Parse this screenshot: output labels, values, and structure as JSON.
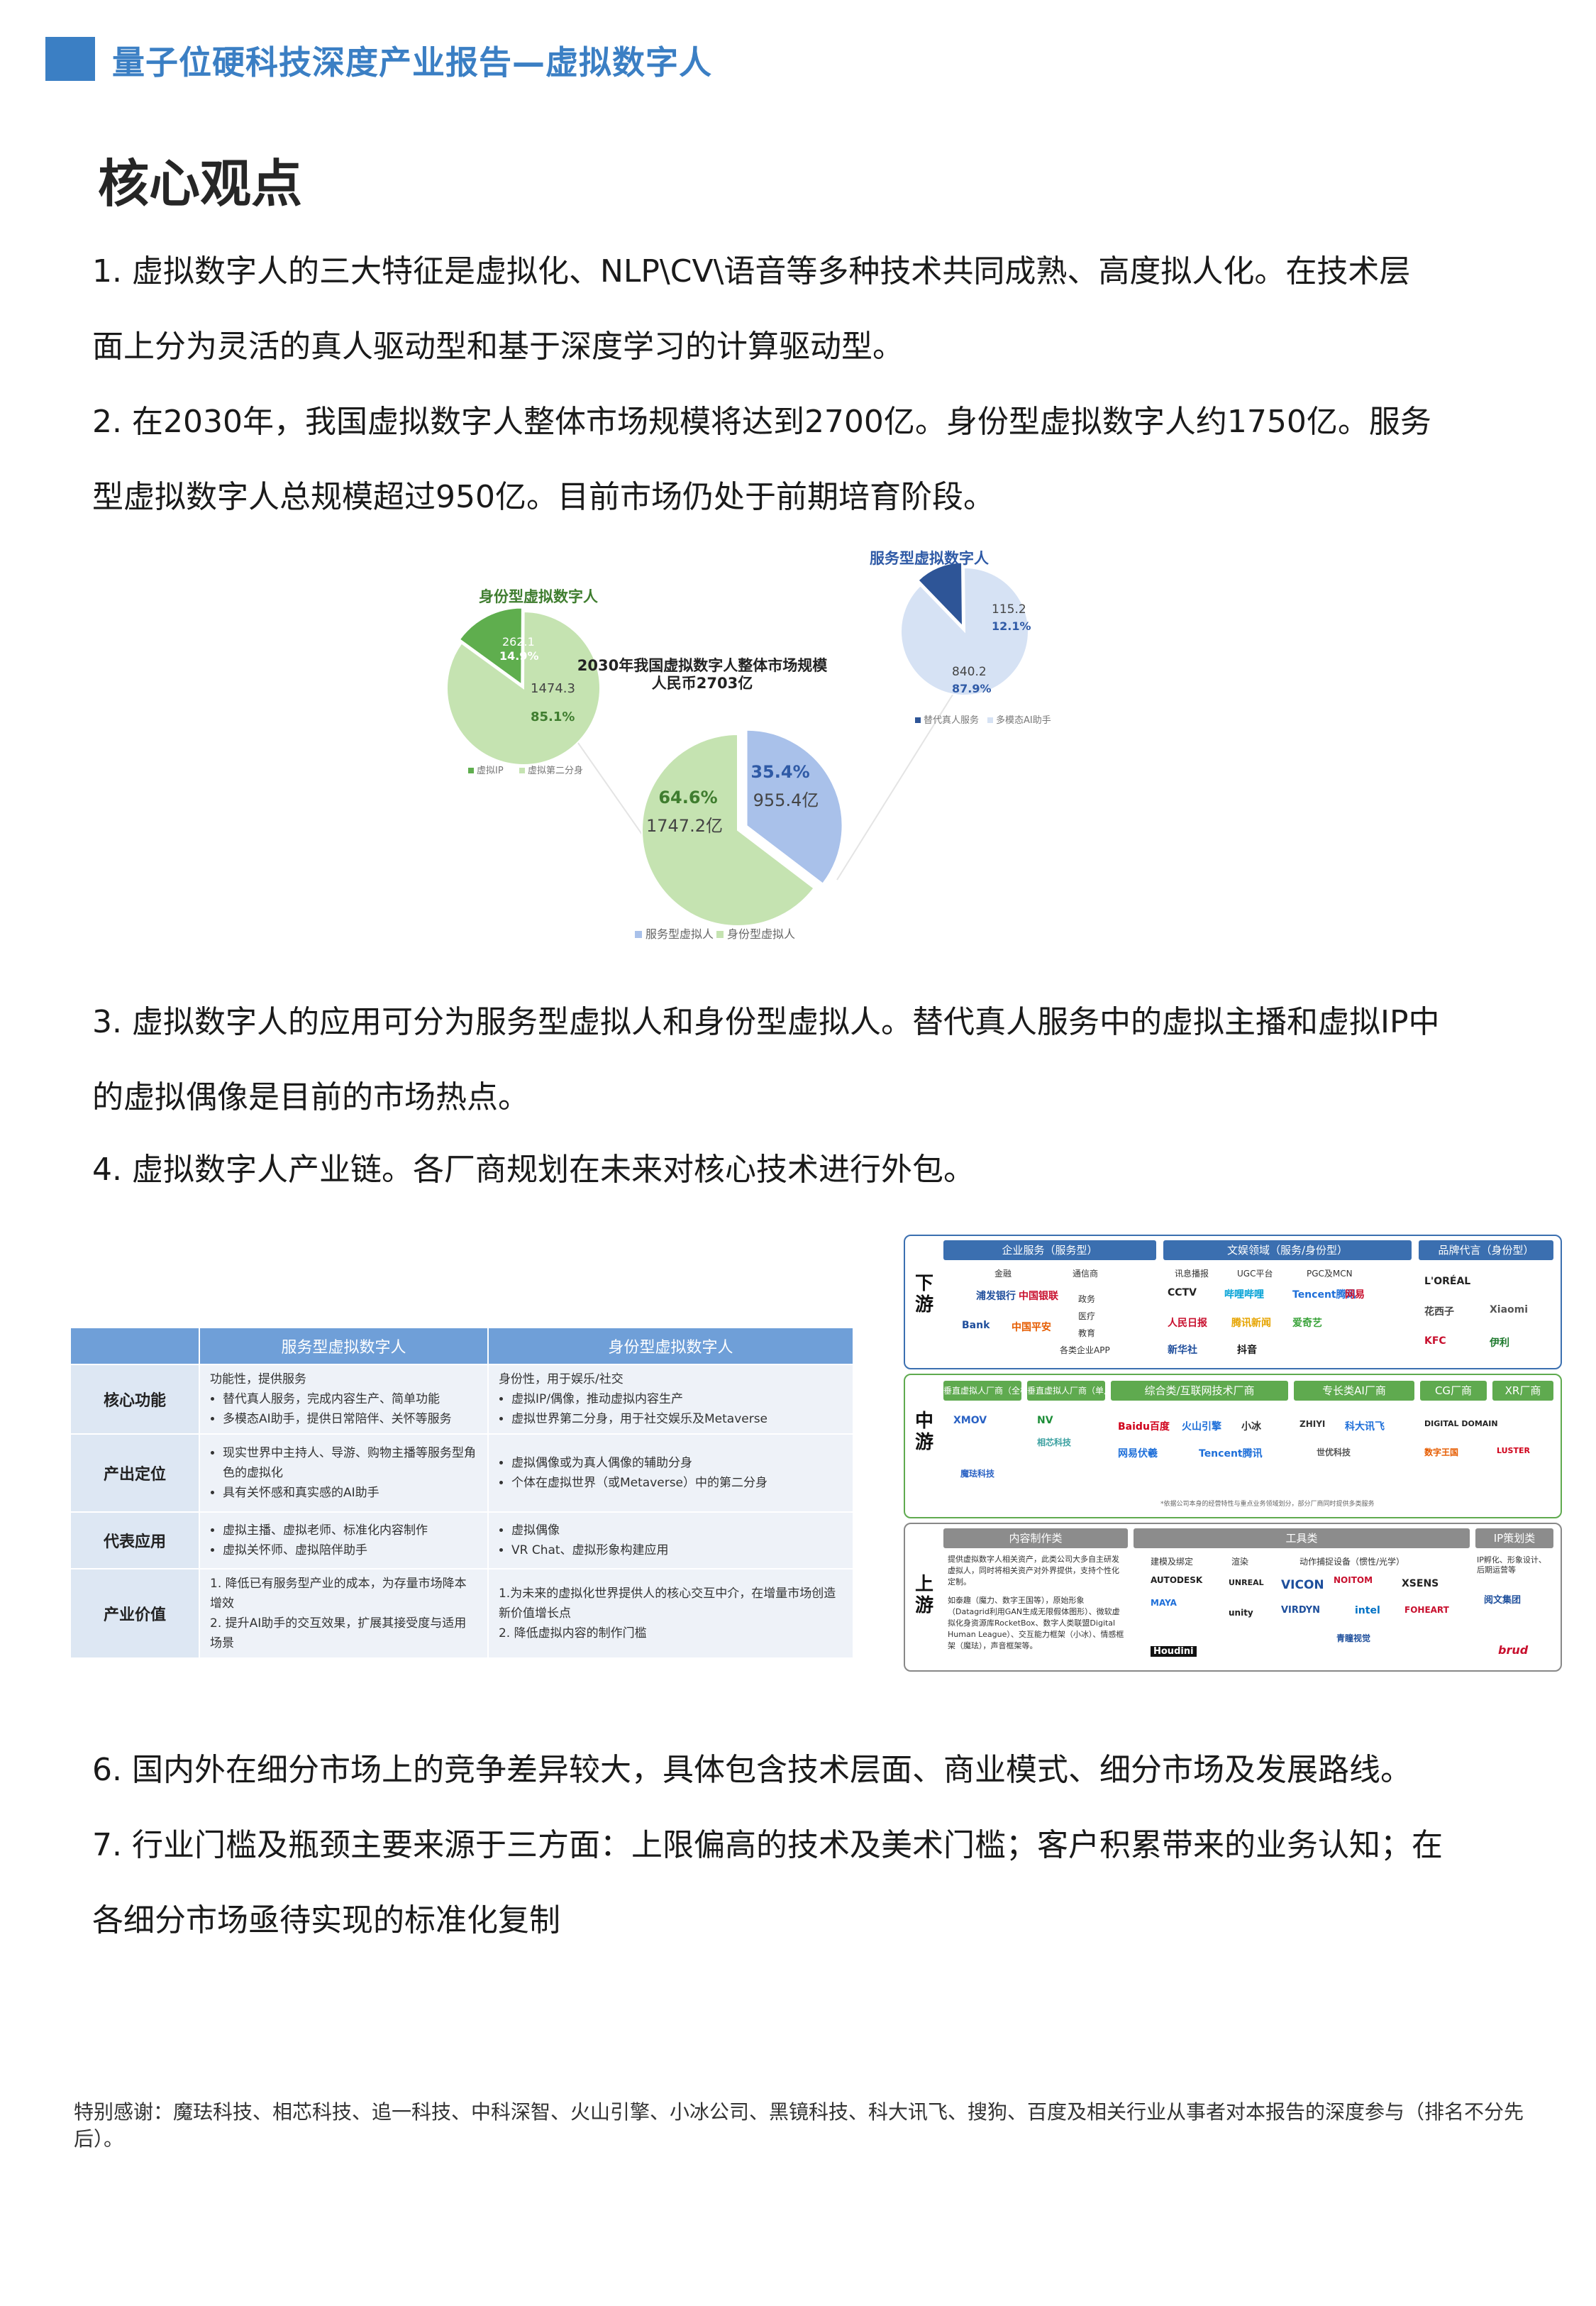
{
  "header": {
    "title": "量子位硬科技深度产业报告—虚拟数字人"
  },
  "section_title": "核心观点",
  "paragraphs": {
    "p1_l1": "1. 虚拟数字人的三大特征是虚拟化、NLP\\CV\\语音等多种技术共同成熟、高度拟人化。在技术层",
    "p1_l2": "面上分为灵活的真人驱动型和基于深度学习的计算驱动型。",
    "p2_l1": "2. 在2030年，我国虚拟数字人整体市场规模将达到2700亿。身份型虚拟数字人约1750亿。服务",
    "p2_l2": "型虚拟数字人总规模超过950亿。目前市场仍处于前期培育阶段。",
    "p3_l1": "3. 虚拟数字人的应用可分为服务型虚拟人和身份型虚拟人。替代真人服务中的虚拟主播和虚拟IP中",
    "p3_l2": "的虚拟偶像是目前的市场热点。",
    "p4_l1": "4. 虚拟数字人产业链。各厂商规划在未来对核心技术进行外包。",
    "p6_l1": "6. 国内外在细分市场上的竞争差异较大，具体包含技术层面、商业模式、细分市场及发展路线。",
    "p7_l1": "7. 行业门槛及瓶颈主要来源于三方面：上限偏高的技术及美术门槛；客户积累带来的业务认知；在",
    "p7_l2": "各细分市场亟待实现的标准化复制"
  },
  "chart_data": [
    {
      "type": "pie",
      "title": "2030年我国虚拟数字人整体市场规模",
      "subtitle": "人民币2703亿",
      "categories": [
        "服务型虚拟人",
        "身份型虚拟人"
      ],
      "values": [
        955.4,
        1747.2
      ],
      "value_labels": [
        "955.4亿",
        "1747.2亿"
      ],
      "percent_labels": [
        "35.4%",
        "64.6%"
      ],
      "legend": "bottom",
      "colors": [
        "#a9c1ea",
        "#c5e3b1"
      ]
    },
    {
      "type": "pie",
      "title": "身份型虚拟数字人",
      "categories": [
        "虚拟IP",
        "虚拟第二分身"
      ],
      "values": [
        262.1,
        1474.3
      ],
      "value_labels": [
        "262.1",
        "1474.3"
      ],
      "percent_labels": [
        "14.9%",
        "85.1%"
      ],
      "legend": "bottom",
      "colors": [
        "#5fae4e",
        "#c5e3b1"
      ]
    },
    {
      "type": "pie",
      "title": "服务型虚拟数字人",
      "categories": [
        "替代真人服务",
        "多模态AI助手"
      ],
      "values": [
        115.2,
        840.2
      ],
      "value_labels": [
        "115.2",
        "840.2"
      ],
      "percent_labels": [
        "12.1%",
        "87.9%"
      ],
      "legend": "bottom",
      "colors": [
        "#2e5597",
        "#d6e2f4"
      ]
    }
  ],
  "table": {
    "headers": [
      "服务型虚拟数字人",
      "身份型虚拟数字人"
    ],
    "rows": [
      {
        "label": "核心功能",
        "service": {
          "intro": "功能性，提供服务",
          "items": [
            "替代真人服务，完成内容生产、简单功能",
            "多模态AI助手，提供日常陪伴、关怀等服务"
          ]
        },
        "identity": {
          "intro": "身份性，用于娱乐/社交",
          "items": [
            "虚拟IP/偶像，推动虚拟内容生产",
            "虚拟世界第二分身，用于社交娱乐及Metaverse"
          ]
        }
      },
      {
        "label": "产出定位",
        "service": {
          "items": [
            "现实世界中主持人、导游、购物主播等服务型角色的虚拟化",
            "具有关怀感和真实感的AI助手"
          ]
        },
        "identity": {
          "items": [
            "虚拟偶像或为真人偶像的辅助分身",
            "个体在虚拟世界（或Metaverse）中的第二分身"
          ]
        }
      },
      {
        "label": "代表应用",
        "service": {
          "items": [
            "虚拟主播、虚拟老师、标准化内容制作",
            "虚拟关怀师、虚拟陪伴助手"
          ]
        },
        "identity": {
          "items": [
            "虚拟偶像",
            "VR Chat、虚拟形象构建应用"
          ]
        }
      },
      {
        "label": "产业价值",
        "service": {
          "lines": [
            "1. 降低已有服务型产业的成本，为存量市场降本增效",
            "2. 提升AI助手的交互效果，扩展其接受度与适用场景"
          ]
        },
        "identity": {
          "lines": [
            "1.为未来的虚拟化世界提供人的核心交互中介，在增量市场创造新价值增长点",
            "2. 降低虚拟内容的制作门槛"
          ]
        }
      }
    ]
  },
  "chain": {
    "downstream": {
      "label": "下游",
      "cats": [
        "企业服务（服务型）",
        "文娱领域（服务/身份型）",
        "品牌代言（身份型）"
      ],
      "subs": [
        "金融",
        "通信商",
        "政务",
        "医疗",
        "教育",
        "各类企业APP",
        "讯息播报",
        "UGC平台",
        "PGC及MCN"
      ],
      "logos": [
        "浦发银行",
        "中国银联",
        "CCTV",
        "哔哩哔哩",
        "Tencent腾讯",
        "网易",
        "L'ORÉAL",
        "Bank",
        "中国平安",
        "人民日报",
        "腾讯新闻",
        "抖音",
        "花西子",
        "KFC",
        "伊利",
        "Xiaomi",
        "新华社",
        "爱奇艺"
      ]
    },
    "midstream": {
      "label": "中游",
      "cats": [
        "垂直虚拟人厂商（全栈）",
        "垂直虚拟人厂商（单点）",
        "综合类/互联网技术厂商",
        "专长类AI厂商",
        "CG厂商",
        "XR厂商"
      ],
      "logos": [
        "XMOV",
        "NV",
        "Baidu百度",
        "火山引擎",
        "小冰",
        "ZHIYI",
        "科大讯飞",
        "相芯科技",
        "网易伏羲",
        "Tencent腾讯",
        "DIGITAL DOMAIN",
        "数字王国",
        "LUSTER",
        "世优科技",
        "魔珐科技"
      ],
      "note": "*依据公司本身的经营特性与重点业务领域划分，部分厂商同时提供多类服务"
    },
    "upstream": {
      "label": "上游",
      "cats": [
        "内容制作类",
        "工具类",
        "IP策划类"
      ],
      "subs": [
        "建模及绑定",
        "渲染",
        "动作捕捉设备（惯性/光学）",
        "IP孵化、形象设计、后期运营等"
      ],
      "content_text": "提供虚拟数字人相关资产，此类公司大多自主研发虚拟人，同时将相关资产对外界提供，支持个性化定制。",
      "content_text2": "如泰趣（魔力、数字王国等），原始形象（Datagrid利用GAN生成无限假体图形）、微软虚拟化身资源库RocketBox、数字人类联盟Digital Human League）、交互能力框架（小冰）、情感框架（魔珐），声音框架等。",
      "logos": [
        "AUTODESK",
        "MAYA",
        "Houdini",
        "UNREAL",
        "unity",
        "VICON",
        "NOITOM",
        "VIRDYN",
        "intel",
        "XSENS",
        "FOHEART",
        "青瞳视觉",
        "阅文集团",
        "brud"
      ]
    }
  },
  "acknowledgement": "特别感谢：魔珐科技、相芯科技、追一科技、中科深智、火山引擎、小冰公司、黑镜科技、科大讯飞、搜狗、百度及相关行业从事者对本报告的深度参与（排名不分先后）。"
}
